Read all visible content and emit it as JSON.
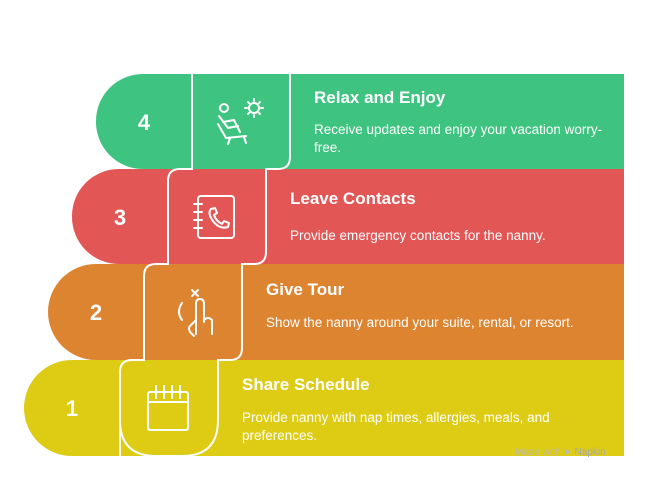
{
  "steps": [
    {
      "number": "1",
      "title": "Share Schedule",
      "description": "Provide nanny with nap times, allergies, meals, and preferences.",
      "icon": "calendar-icon",
      "color": "#DDCB14"
    },
    {
      "number": "2",
      "title": "Give Tour",
      "description": "Show the nanny around your suite, rental, or resort.",
      "icon": "tap-gesture-icon",
      "color": "#DD8431"
    },
    {
      "number": "3",
      "title": "Leave Contacts",
      "description": "Provide emergency contacts for the nanny.",
      "icon": "address-book-icon",
      "color": "#E25655"
    },
    {
      "number": "4",
      "title": "Relax and Enjoy",
      "description": "Receive updates and enjoy your vacation worry-free.",
      "icon": "relaxing-person-icon",
      "color": "#3EC480"
    }
  ],
  "watermark": {
    "prefix": "Made with",
    "brand": "Napkin"
  }
}
